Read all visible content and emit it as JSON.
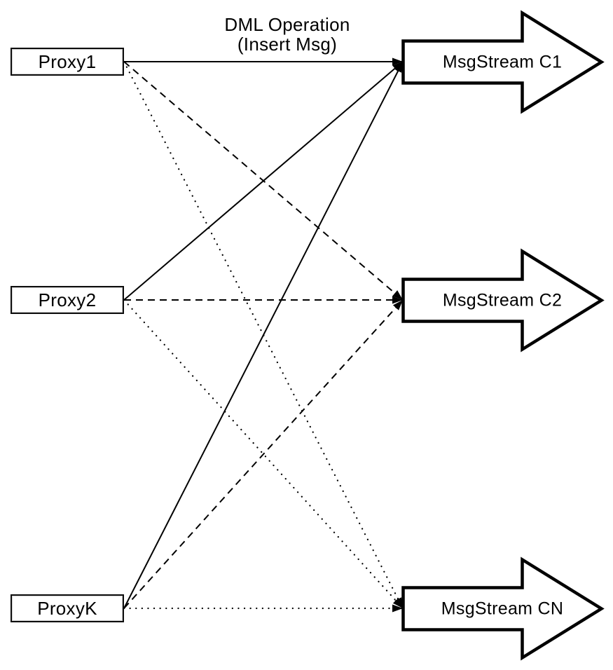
{
  "colors": {
    "stroke": "#000000",
    "fill": "#ffffff",
    "background": "#ffffff"
  },
  "diagram": {
    "edge_label": {
      "line1": "DML Operation",
      "line2": "(Insert Msg)"
    },
    "proxies": [
      {
        "id": "p1",
        "label": "Proxy1"
      },
      {
        "id": "p2",
        "label": "Proxy2"
      },
      {
        "id": "pk",
        "label": "ProxyK"
      }
    ],
    "streams": [
      {
        "id": "c1",
        "label": "MsgStream C1"
      },
      {
        "id": "c2",
        "label": "MsgStream C2"
      },
      {
        "id": "cn",
        "label": "MsgStream CN"
      }
    ],
    "edges": [
      {
        "from": "p1",
        "to": "c1",
        "style": "solid"
      },
      {
        "from": "p1",
        "to": "c2",
        "style": "dashed"
      },
      {
        "from": "p1",
        "to": "cn",
        "style": "dotted"
      },
      {
        "from": "p2",
        "to": "c1",
        "style": "solid"
      },
      {
        "from": "p2",
        "to": "c2",
        "style": "dashed"
      },
      {
        "from": "p2",
        "to": "cn",
        "style": "dotted"
      },
      {
        "from": "pk",
        "to": "c1",
        "style": "solid"
      },
      {
        "from": "pk",
        "to": "c2",
        "style": "dashed"
      },
      {
        "from": "pk",
        "to": "cn",
        "style": "dotted"
      }
    ]
  }
}
